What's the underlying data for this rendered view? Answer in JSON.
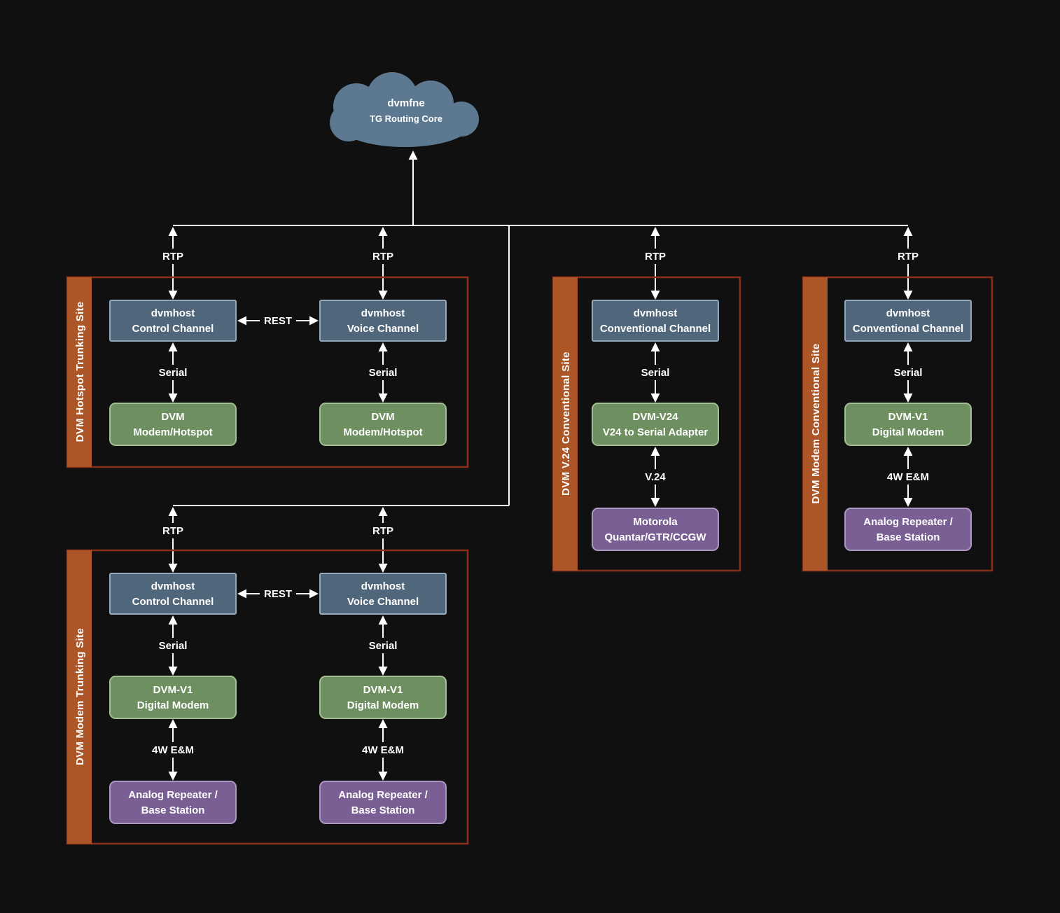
{
  "diagram": {
    "cloud": {
      "line1": "dvmfne",
      "line2": "TG Routing Core"
    },
    "labels": {
      "rtp": "RTP",
      "rest": "REST",
      "serial": "Serial",
      "v24": "V.24",
      "fourw_em": "4W E&M"
    },
    "sites": [
      {
        "title": "DVM Hotspot Trunking Site",
        "nodes": {
          "control": {
            "line1": "dvmhost",
            "line2": "Control Channel"
          },
          "voice": {
            "line1": "dvmhost",
            "line2": "Voice Channel"
          },
          "modem_left": {
            "line1": "DVM",
            "line2": "Modem/Hotspot"
          },
          "modem_right": {
            "line1": "DVM",
            "line2": "Modem/Hotspot"
          }
        }
      },
      {
        "title": "DVM V.24 Conventional Site",
        "nodes": {
          "host": {
            "line1": "dvmhost",
            "line2": "Conventional Channel"
          },
          "adapter": {
            "line1": "DVM-V24",
            "line2": "V24 to Serial Adapter"
          },
          "radio": {
            "line1": "Motorola",
            "line2": "Quantar/GTR/CCGW"
          }
        }
      },
      {
        "title": "DVM Modem Conventional Site",
        "nodes": {
          "host": {
            "line1": "dvmhost",
            "line2": "Conventional Channel"
          },
          "modem": {
            "line1": "DVM-V1",
            "line2": "Digital Modem"
          },
          "repeater": {
            "line1": "Analog Repeater /",
            "line2": "Base Station"
          }
        }
      },
      {
        "title": "DVM Modem Trunking Site",
        "nodes": {
          "control": {
            "line1": "dvmhost",
            "line2": "Control Channel"
          },
          "voice": {
            "line1": "dvmhost",
            "line2": "Voice Channel"
          },
          "modem_left": {
            "line1": "DVM-V1",
            "line2": "Digital Modem"
          },
          "modem_right": {
            "line1": "DVM-V1",
            "line2": "Digital Modem"
          },
          "repeater_left": {
            "line1": "Analog Repeater /",
            "line2": "Base Station"
          },
          "repeater_right": {
            "line1": "Analog Repeater /",
            "line2": "Base Station"
          }
        }
      }
    ],
    "colors": {
      "background": "#101010",
      "cloud": "#5c7991",
      "node_blue": "#50667a",
      "node_green": "#6e9060",
      "node_purple": "#7a5f94",
      "site_border": "#8b2f1a",
      "site_bar": "#ac5627",
      "wire": "#ffffff"
    }
  }
}
